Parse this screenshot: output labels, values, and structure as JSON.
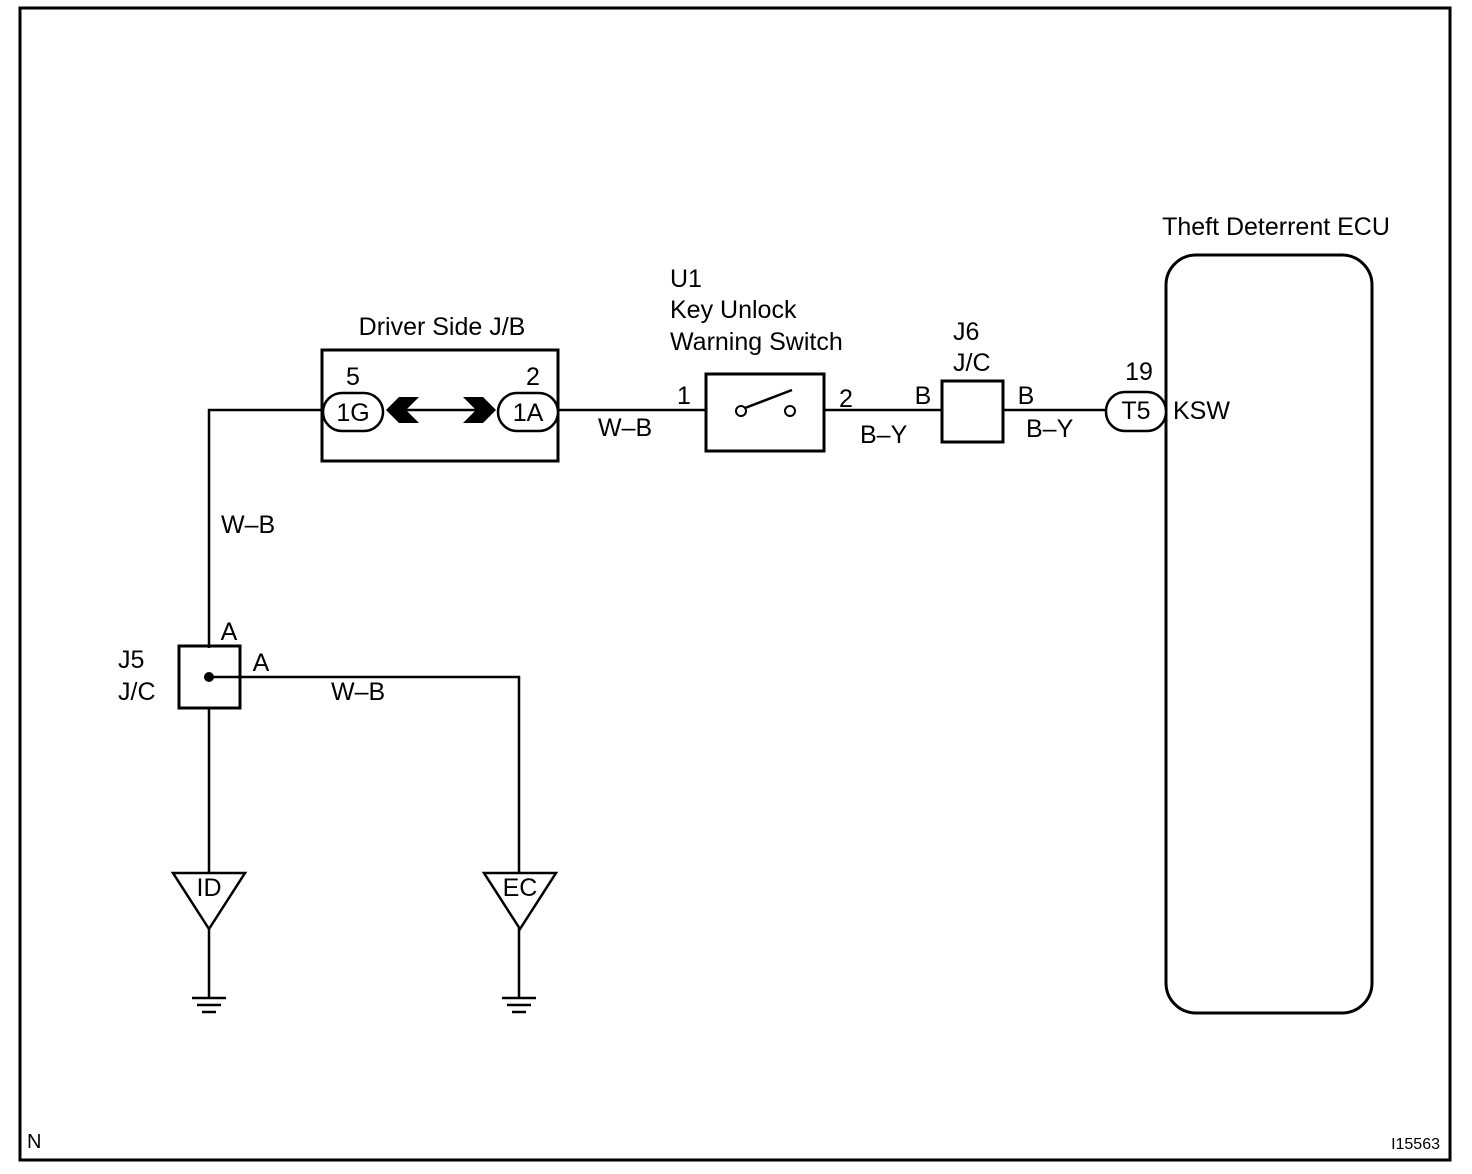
{
  "frame": {
    "corner_letter": "N",
    "figure_id": "I15563"
  },
  "components": {
    "driver_jb": {
      "title": "Driver Side J/B",
      "left_pin": "5",
      "left_conn": "1G",
      "right_pin": "2",
      "right_conn": "1A"
    },
    "switch": {
      "code": "U1",
      "name_line1": "Key Unlock",
      "name_line2": "Warning Switch",
      "pin_in": "1",
      "pin_out": "2"
    },
    "j6": {
      "code": "J6",
      "type": "J/C",
      "pin_left": "B",
      "pin_right": "B"
    },
    "j5": {
      "code": "J5",
      "type": "J/C",
      "pin_top": "A",
      "pin_right": "A"
    },
    "ecu": {
      "title": "Theft Deterrent ECU",
      "pin_number": "19",
      "conn": "T5",
      "terminal": "KSW"
    },
    "grounds": [
      {
        "label": "ID"
      },
      {
        "label": "EC"
      }
    ]
  },
  "wires": {
    "jb_to_switch": "W–B",
    "switch_to_j6": "B–Y",
    "j6_to_ecu": "B–Y",
    "jb_to_j5": "W–B",
    "j5_to_ec": "W–B"
  }
}
